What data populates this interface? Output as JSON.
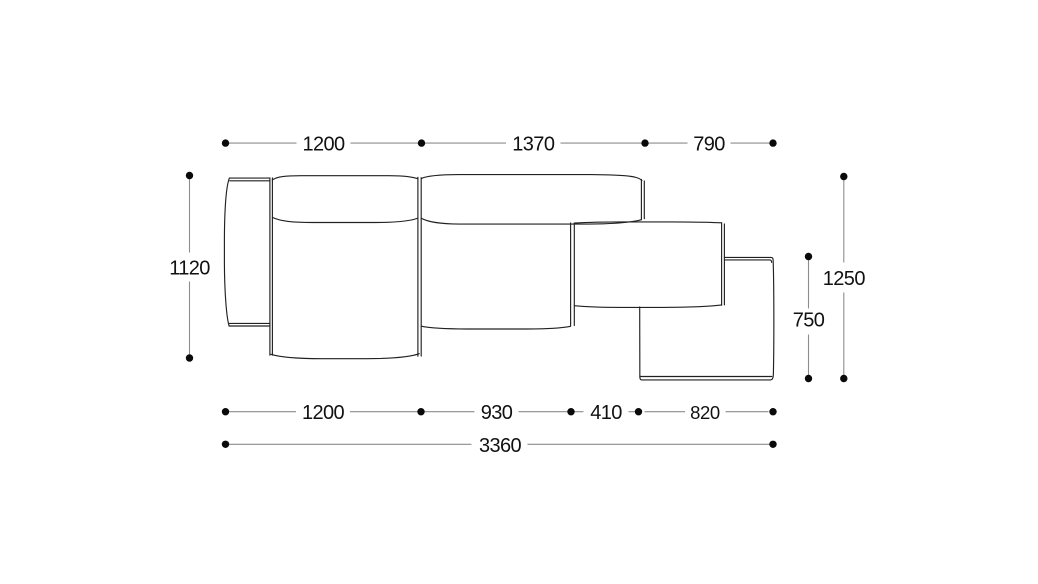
{
  "drawing": {
    "name": "Modular sofa top view dimension drawing",
    "unit": "mm",
    "colors": {
      "outline": "#212121",
      "dimension_line": "#8d8d8d",
      "dimension_dot": "#0a0a0a",
      "dimension_text": "#111111",
      "background": "#ffffff"
    },
    "dimensions": {
      "top": [
        {
          "label": "1200",
          "value_mm": 1200
        },
        {
          "label": "1370",
          "value_mm": 1370
        },
        {
          "label": "790",
          "value_mm": 790
        }
      ],
      "left": [
        {
          "label": "1120",
          "value_mm": 1120
        }
      ],
      "right": [
        {
          "label": "750",
          "value_mm": 750
        },
        {
          "label": "1250",
          "value_mm": 1250
        }
      ],
      "bottom": [
        {
          "label": "1200",
          "value_mm": 1200
        },
        {
          "label": "930",
          "value_mm": 930
        },
        {
          "label": "410",
          "value_mm": 410
        },
        {
          "label": "820",
          "value_mm": 820
        }
      ],
      "overall": {
        "label": "3360",
        "value_mm": 3360
      }
    }
  }
}
